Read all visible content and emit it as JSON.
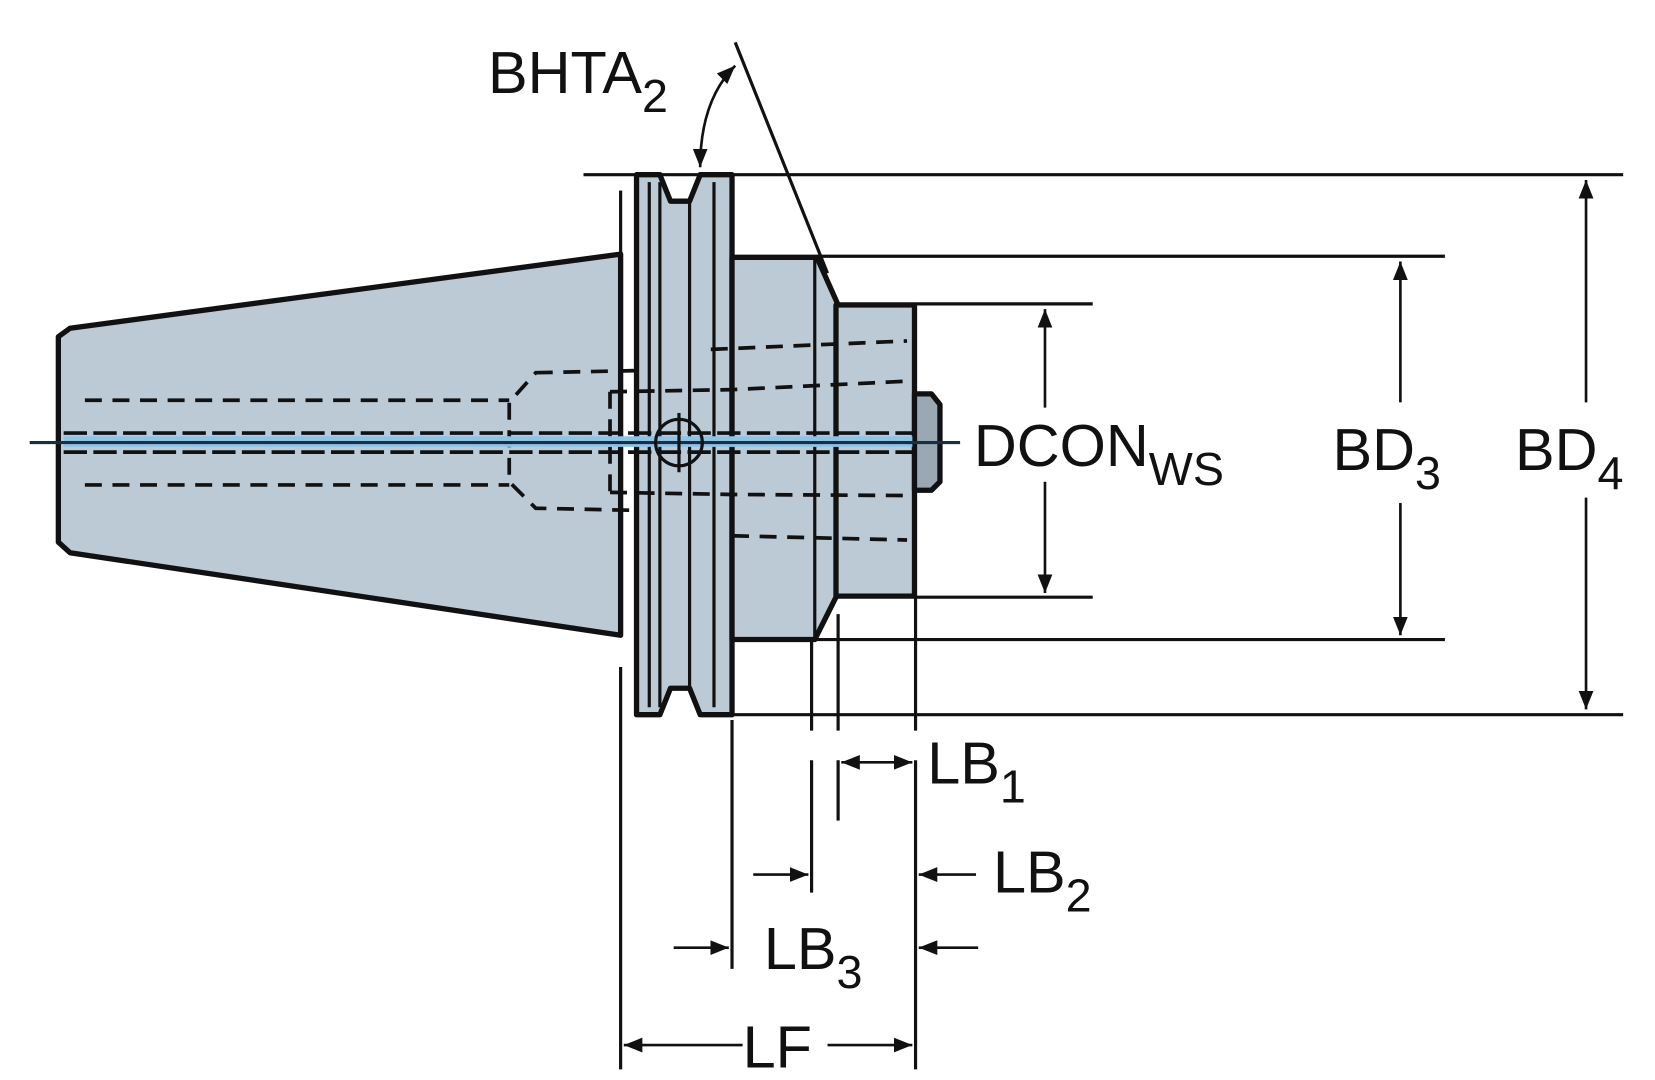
{
  "drawing": {
    "title": "Tool holder adapter dimension drawing",
    "colors": {
      "body_fill": "#bccad5",
      "outline": "#111111",
      "coolant": "#8cc4e8"
    },
    "labels": {
      "bhta": {
        "main": "BHTA",
        "sub": "2"
      },
      "dcon": {
        "main": "DCON",
        "sub": "WS"
      },
      "bd3": {
        "main": "BD",
        "sub": "3"
      },
      "bd4": {
        "main": "BD",
        "sub": "4"
      },
      "lb1": {
        "main": "LB",
        "sub": "1"
      },
      "lb2": {
        "main": "LB",
        "sub": "2"
      },
      "lb3": {
        "main": "LB",
        "sub": "3"
      },
      "lf": {
        "main": "LF"
      }
    }
  }
}
